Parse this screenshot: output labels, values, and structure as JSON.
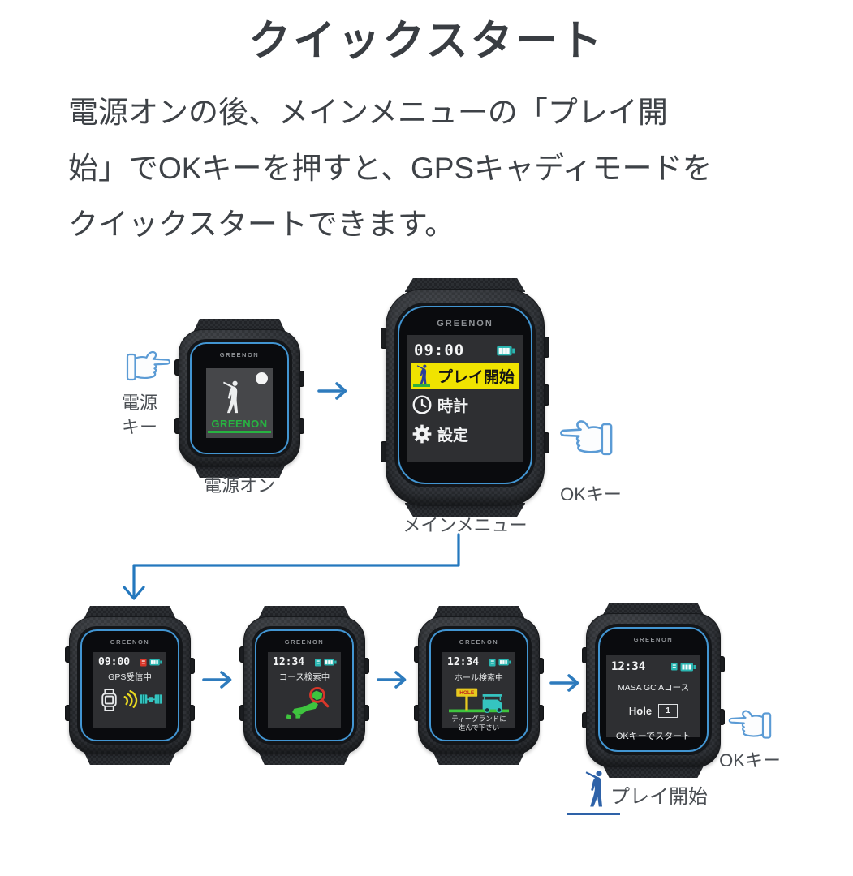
{
  "page": {
    "title": "クイックスタート",
    "intro_lines": [
      "電源オンの後、メインメニューの「プレイ開",
      "始」でOKキーを押すと、GPSキャディモードを",
      "クイックスタートできます。"
    ]
  },
  "brand": "GREENON",
  "labels": {
    "power_key": "電源キー",
    "power_on": "電源オン",
    "main_menu": "メインメニュー",
    "ok_key_top": "OKキー",
    "ok_key_bottom": "OKキー",
    "play_start": "プレイ開始"
  },
  "screens": {
    "boot": {
      "logo": "GREENON"
    },
    "menu": {
      "time": "09:00",
      "items": [
        {
          "label": "プレイ開始",
          "selected": true
        },
        {
          "label": "時計",
          "selected": false
        },
        {
          "label": "設定",
          "selected": false
        }
      ]
    },
    "gps": {
      "time": "09:00",
      "status": "GPS受信中"
    },
    "course": {
      "time": "12:34",
      "status": "コース検索中"
    },
    "hole": {
      "time": "12:34",
      "status": "ホール検索中",
      "sign_text": "HOLE",
      "message_line1": "ティーグランドに",
      "message_line2": "進んで下さい"
    },
    "start": {
      "time": "12:34",
      "course_name": "MASA GC Aコース",
      "hole_label": "Hole",
      "hole_number": "1",
      "instruction": "OKキーでスタート"
    }
  },
  "colors": {
    "accent_blue": "#2e7bbd",
    "bezel_ring_blue": "#4295d2",
    "battery_teal": "#2ab6b1",
    "menu_highlight_yellow": "#f0e300",
    "greenon_green": "#27b341",
    "map_green": "#3ec43e",
    "alert_red": "#d8372a",
    "sign_yellow": "#e7c91f",
    "cart_teal": "#35c4c0",
    "wave_yellow": "#e8d820"
  },
  "icons": {
    "power_hand": "pointing-hand-right",
    "ok_hand": "pointing-hand-left",
    "golfer": "golf-swing-silhouette",
    "clock": "clock",
    "gear": "gear",
    "battery": "battery",
    "gps_mini": "gps-signal-mini",
    "watch": "wristwatch",
    "waves": "signal-waves",
    "satellite": "satellite",
    "map": "japan-map-with-magnifier",
    "sign": "hole-sign",
    "cart": "golf-cart",
    "ball": "golf-ball",
    "arrow": "arrow-right"
  }
}
